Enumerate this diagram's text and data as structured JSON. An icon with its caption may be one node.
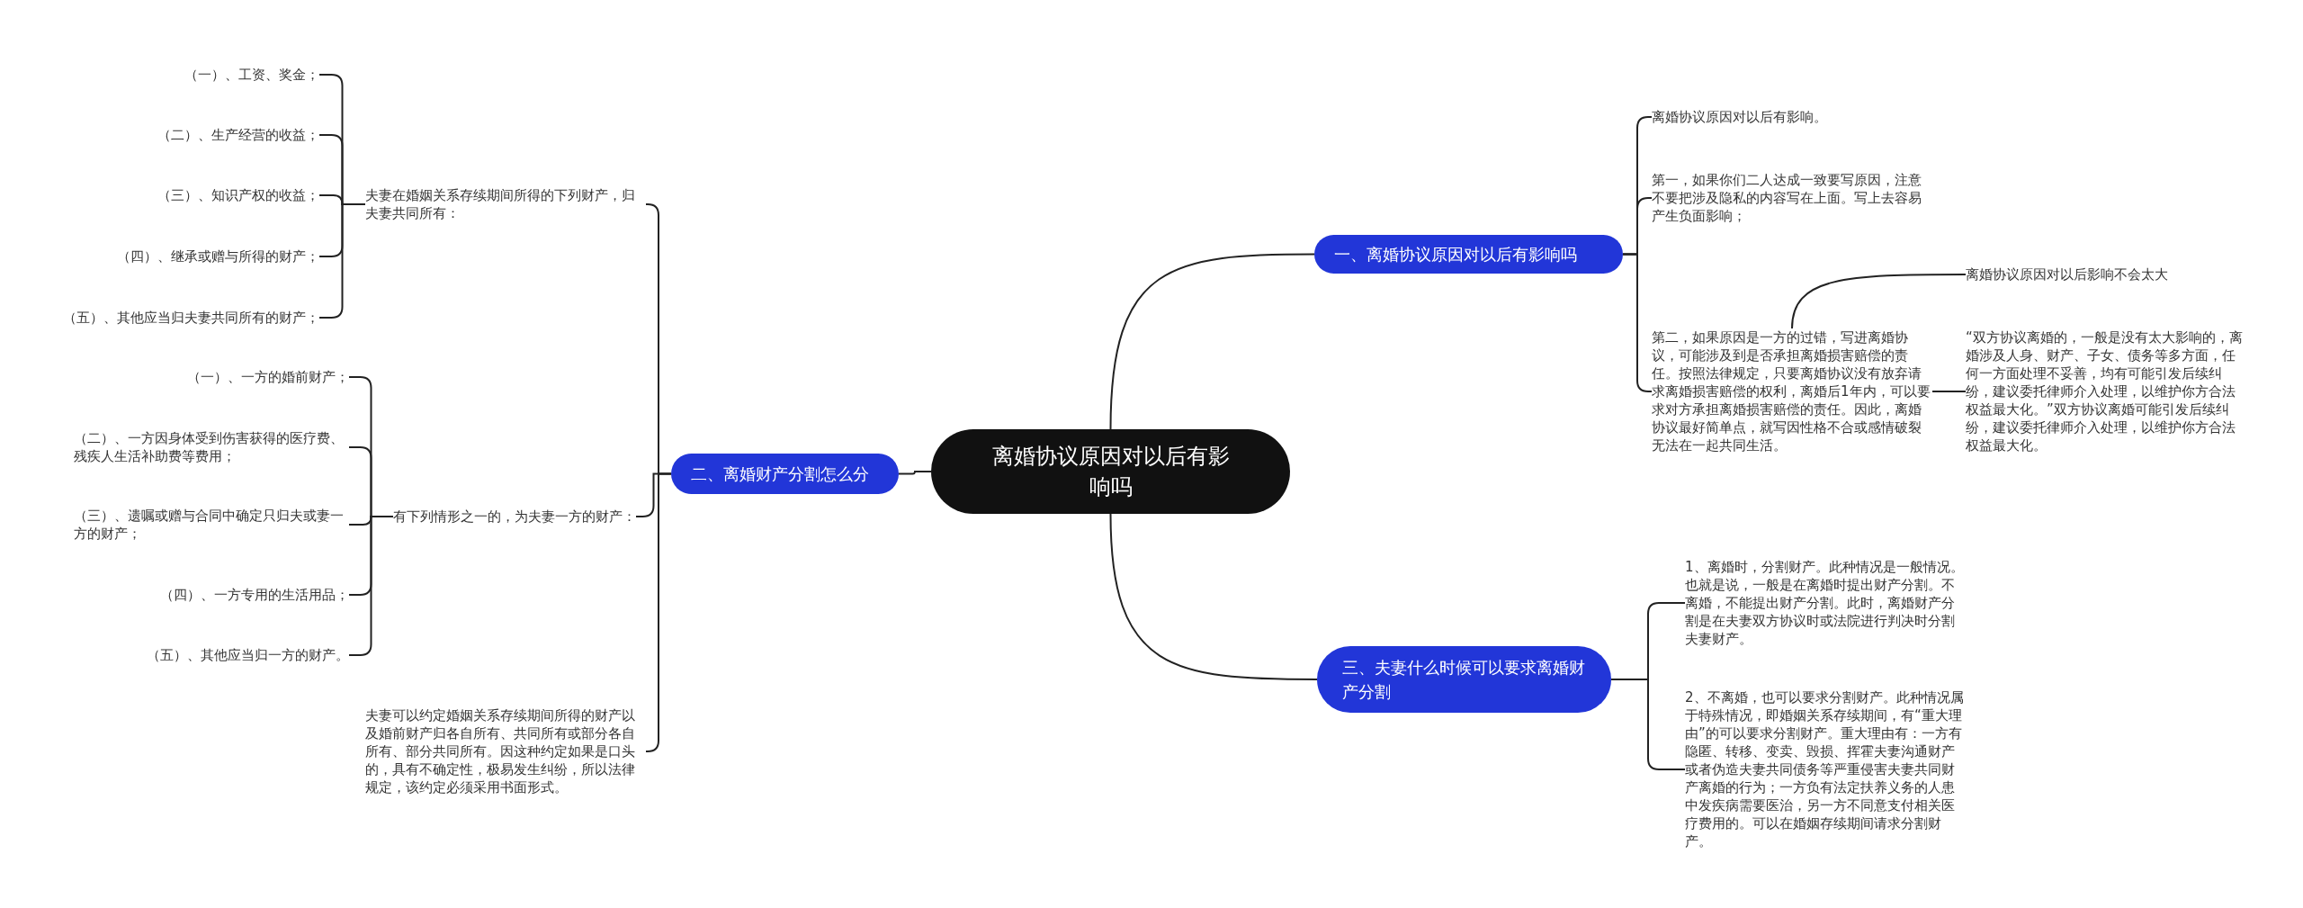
{
  "diagram": {
    "nodes": [
      {
        "text": [
          "离婚协议原因对以后有影响吗"
        ]
      },
      {
        "text": [
          "一、离婚协议原因对以后有影响吗"
        ]
      },
      {
        "text": [
          "离婚协议原因对以后有影响。"
        ]
      },
      {
        "text": [
          "第一，如果你们二人达成一致要写原因，注意不要把涉及隐私的内容写在上面。写上去容易产生负面影响；"
        ]
      },
      {
        "text": [
          "第二，如果原因是一方的过错，写进离婚协议，可能涉及到是否承担离婚损害赔偿的责任。按照法律规定，只要离婚协议没有放弃请求离婚损害赔偿的权利，离婚后1年内，可以要求对方承担离婚损害赔偿的责任。因此，离婚协议最好简单点，就写因性格不合或感情破裂无法在一起共同生活。"
        ]
      },
      {
        "text": [
          "离婚协议原因对以后影响不会太大"
        ]
      },
      {
        "text": [
          "“双方协议离婚的，一般是没有太大影响的，离婚涉及人身、财产、子女、债务等多方面，任何一方面处理不妥善，均有可能引发后续纠纷，建议委托律师介入处理，以维护你方合法权益最大化。”双方协议离婚可能引发后续纠纷，建议委托律师介入处理，以维护你方合法权益最大化。"
        ]
      },
      {
        "text": [
          "二、离婚财产分割怎么分"
        ]
      },
      {
        "text": [
          "夫妻在婚姻关系存续期间所得的下列财产，归夫妻共同所有："
        ]
      },
      {
        "text": [
          "（一）、工资、奖金；"
        ]
      },
      {
        "text": [
          "（二）、生产经营的收益；"
        ]
      },
      {
        "text": [
          "（三）、知识产权的收益；"
        ]
      },
      {
        "text": [
          "（四）、继承或赠与所得的财产；"
        ]
      },
      {
        "text": [
          "（五）、其他应当归夫妻共同所有的财产；"
        ]
      },
      {
        "text": [
          "有下列情形之一的，为夫妻一方的财产："
        ]
      },
      {
        "text": [
          "（一）、一方的婚前财产；"
        ]
      },
      {
        "text": [
          "（二）、一方因身体受到伤害获得的医疗费、残疾人生活补助费等费用；"
        ]
      },
      {
        "text": [
          "（三）、遗嘱或赠与合同中确定只归夫或妻一方的财产；"
        ]
      },
      {
        "text": [
          "（四）、一方专用的生活用品；"
        ]
      },
      {
        "text": [
          "（五）、其他应当归一方的财产。"
        ]
      },
      {
        "text": [
          "夫妻可以约定婚姻关系存续期间所得的财产以及婚前财产归各自所有、共同所有或部分各自所有、部分共同所有。因这种约定如果是口头的，具有不确定性，极易发生纠纷，所以法律规定，该约定必须采用书面形式。"
        ]
      },
      {
        "text": [
          "三、夫妻什么时候可以要求离婚财产分割"
        ]
      },
      {
        "text": [
          "1、离婚时，分割财产。此种情况是一般情况。也就是说，一般是在离婚时提出财产分割。不离婚，不能提出财产分割。此时，离婚财产分割是在夫妻双方协议时或法院进行判决时分割夫妻财产。"
        ]
      },
      {
        "text": [
          "2、不离婚，也可以要求分割财产。此种情况属于特殊情况，即婚姻关系存续期间，有“重大理由”的可以要求分割财产。重大理由有：一方有隐匿、转移、变卖、毁损、挥霍夫妻沟通财产或者伪造夫妻共同债务等严重侵害夫妻共同财产离婚的行为；一方负有法定扶养义务的人患中发疾病需要医治，另一方不同意支付相关医疗费用的。可以在婚姻存续期间请求分割财产。"
        ]
      }
    ],
    "edges": [
      {
        "from": 0,
        "to": 1,
        "arrow": "none"
      },
      {
        "from": 1,
        "to": 2,
        "arrow": "none"
      },
      {
        "from": 1,
        "to": 3,
        "arrow": "none"
      },
      {
        "from": 1,
        "to": 4,
        "arrow": "none"
      },
      {
        "from": 4,
        "to": 5,
        "arrow": "none"
      },
      {
        "from": 4,
        "to": 6,
        "arrow": "none"
      },
      {
        "from": 0,
        "to": 7,
        "arrow": "none"
      },
      {
        "from": 7,
        "to": 8,
        "arrow": "none"
      },
      {
        "from": 8,
        "to": 9,
        "arrow": "none"
      },
      {
        "from": 8,
        "to": 10,
        "arrow": "none"
      },
      {
        "from": 8,
        "to": 11,
        "arrow": "none"
      },
      {
        "from": 8,
        "to": 12,
        "arrow": "none"
      },
      {
        "from": 8,
        "to": 13,
        "arrow": "none"
      },
      {
        "from": 7,
        "to": 14,
        "arrow": "none"
      },
      {
        "from": 14,
        "to": 15,
        "arrow": "none"
      },
      {
        "from": 14,
        "to": 16,
        "arrow": "none"
      },
      {
        "from": 14,
        "to": 17,
        "arrow": "none"
      },
      {
        "from": 14,
        "to": 18,
        "arrow": "none"
      },
      {
        "from": 14,
        "to": 19,
        "arrow": "none"
      },
      {
        "from": 7,
        "to": 20,
        "arrow": "none"
      },
      {
        "from": 0,
        "to": 21,
        "arrow": "none"
      },
      {
        "from": 21,
        "to": 22,
        "arrow": "none"
      },
      {
        "from": 21,
        "to": 23,
        "arrow": "none"
      }
    ]
  }
}
